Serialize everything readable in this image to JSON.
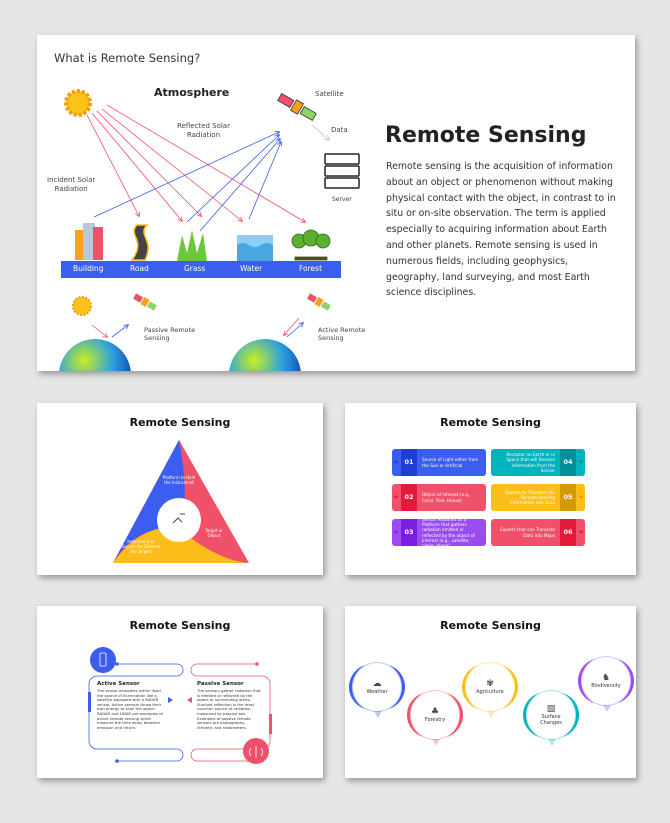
{
  "slide1": {
    "title": "What is Remote Sensing?",
    "atmosphere": "Atmosphere",
    "satellite": "Satellite",
    "data": "Data",
    "server": "Server",
    "reflected": [
      "Reflected Solar",
      "Radiation"
    ],
    "incident": [
      "Incident Solar",
      "Radiation"
    ],
    "ground": [
      "Building",
      "Road",
      "Grass",
      "Water",
      "Forest"
    ],
    "passive": [
      "Passive Remote",
      "Sensing"
    ],
    "active": [
      "Active Remote",
      "Sensing"
    ],
    "heading": "Remote Sensing",
    "paragraph": "Remote sensing is the acquisition of information about an object or phenomenon without making physical contact with the object, in contrast to in situ or on-site observation. The term is applied especially to acquiring information about Earth and other planets. Remote sensing is used in numerous fields, including geophysics, geography, land surveying, and most Earth science disciplines."
  },
  "slide2": {
    "title": "Remote Sensing",
    "platform": "Platform to Hold the Instrument",
    "target": "Target or Object",
    "instrument": "Instrument or Sensor (to Observe the Target)",
    "colors": {
      "blue": "#3b5ef0",
      "red": "#f0506a",
      "yellow": "#fbbd1a"
    }
  },
  "slide3": {
    "title": "Remote Sensing",
    "cards": [
      {
        "num": "01",
        "text": "Source of Light either from the Sun or Artificial",
        "color": "#3b5ef0",
        "dark": "#1f3fd0"
      },
      {
        "num": "02",
        "text": "Object of Interest (e.g., Coral, Tree, House)",
        "color": "#f0506a",
        "dark": "#e21b3c"
      },
      {
        "num": "03",
        "text": "Sensor Mounted on a Platform that gathers radiation emitted or reflected by the object of interest (e.g., satellite, plane, drone)",
        "color": "#9b4cf0",
        "dark": "#7a1fe0"
      },
      {
        "num": "04",
        "text": "Receptor on Earth or in Space that will Receive Information from the Sensor",
        "color": "#00b3bd",
        "dark": "#008f96"
      },
      {
        "num": "05",
        "text": "System to Translate the Remote Sensing Information into Data",
        "color": "#fbbd1a",
        "dark": "#d49a00"
      },
      {
        "num": "06",
        "text": "Experts that can Translate Data into Maps",
        "color": "#f0506a",
        "dark": "#e21b3c"
      }
    ]
  },
  "slide4": {
    "title": "Remote Sensing",
    "active_title": "Active Sensor",
    "active_text": "The sensor embodies within itself the source of illumination like a satellite equipped with a RADAR sensor. Active sensors throw their own energy to scan the object. RADAR and LIDAR are examples of active remote sensing which measure the time delay between emission and return.",
    "passive_title": "Passive Sensor",
    "passive_text": "The sensors gather radiation that is emitted or reflected by the object or surrounding areas. Sunlight reflection is the most common source of radiation measured by passive sen. Examples of passive remote sensors are photography, infrared, and radiometers."
  },
  "slide5": {
    "title": "Remote Sensing",
    "pins": [
      {
        "label": "Weather",
        "icon": "cloud-rain-icon",
        "color": "#3b5ef0"
      },
      {
        "label": "Forestry",
        "icon": "tree-icon",
        "color": "#f0506a"
      },
      {
        "label": "Agriculture",
        "icon": "plant-icon",
        "color": "#fbbd1a"
      },
      {
        "label": "Surface Changes",
        "icon": "map-icon",
        "color": "#00b3bd"
      },
      {
        "label": "Biodiversity",
        "icon": "animals-icon",
        "color": "#9b4cf0"
      }
    ]
  }
}
